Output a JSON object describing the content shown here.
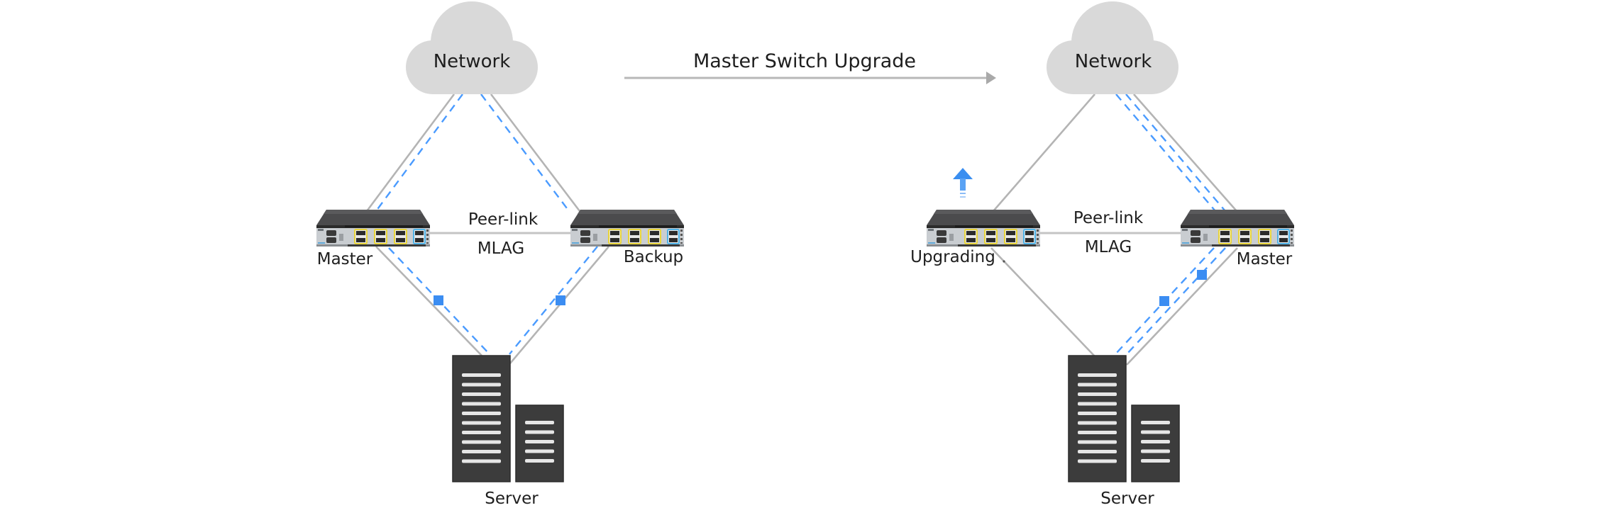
{
  "transition": {
    "label": "Master Switch Upgrade",
    "arrow": "right-arrow"
  },
  "colors": {
    "cloud": "#d9d9d9",
    "solid_link": "#b4b4b4",
    "traffic_path": "#4a9bff",
    "traffic_marker": "#3b8df2",
    "upgrade_arrow": "#3a8ef0",
    "switch_top": "#4b4b4d",
    "switch_front": "#c9cdd1",
    "sfp_cage": "#e8d43a",
    "uplink_cage": "#4fb3e8",
    "server": "#3c3c3c",
    "server_slot": "#e6e6e6"
  },
  "before": {
    "cloud_label": "Network",
    "peer_link_label": "Peer-link",
    "mlag_label": "MLAG",
    "left_switch_label": "Master",
    "right_switch_label": "Backup",
    "server_label": "Server",
    "icons": [
      "cloud-icon",
      "switch-icon",
      "switch-icon",
      "server-icon"
    ]
  },
  "after": {
    "cloud_label": "Network",
    "peer_link_label": "Peer-link",
    "mlag_label": "MLAG",
    "left_switch_label": "Upgrading",
    "right_switch_label": "Master",
    "server_label": "Server",
    "status_icon": "upload-arrow-icon",
    "icons": [
      "cloud-icon",
      "switch-icon",
      "switch-icon",
      "server-icon"
    ]
  }
}
